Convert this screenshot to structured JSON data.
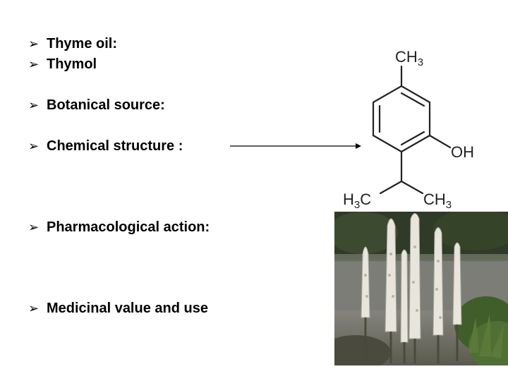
{
  "bullets": [
    {
      "label": "Thyme oil:"
    },
    {
      "label": "Thymol"
    },
    {
      "label": "Botanical source:"
    },
    {
      "label": "Chemical structure :"
    },
    {
      "label": "Pharmacological action:"
    },
    {
      "label": "Medicinal value and use"
    }
  ],
  "bullet_icon": "arrowhead-bullet-icon",
  "structure": {
    "top_group": {
      "main": "CH",
      "sub": "3"
    },
    "side_group": "OH",
    "left_group": {
      "h": "H",
      "sub": "3",
      "c": "C"
    },
    "right_group": {
      "main": "CH",
      "sub": "3"
    }
  },
  "colors": {
    "text": "#000000",
    "background": "#ffffff"
  }
}
